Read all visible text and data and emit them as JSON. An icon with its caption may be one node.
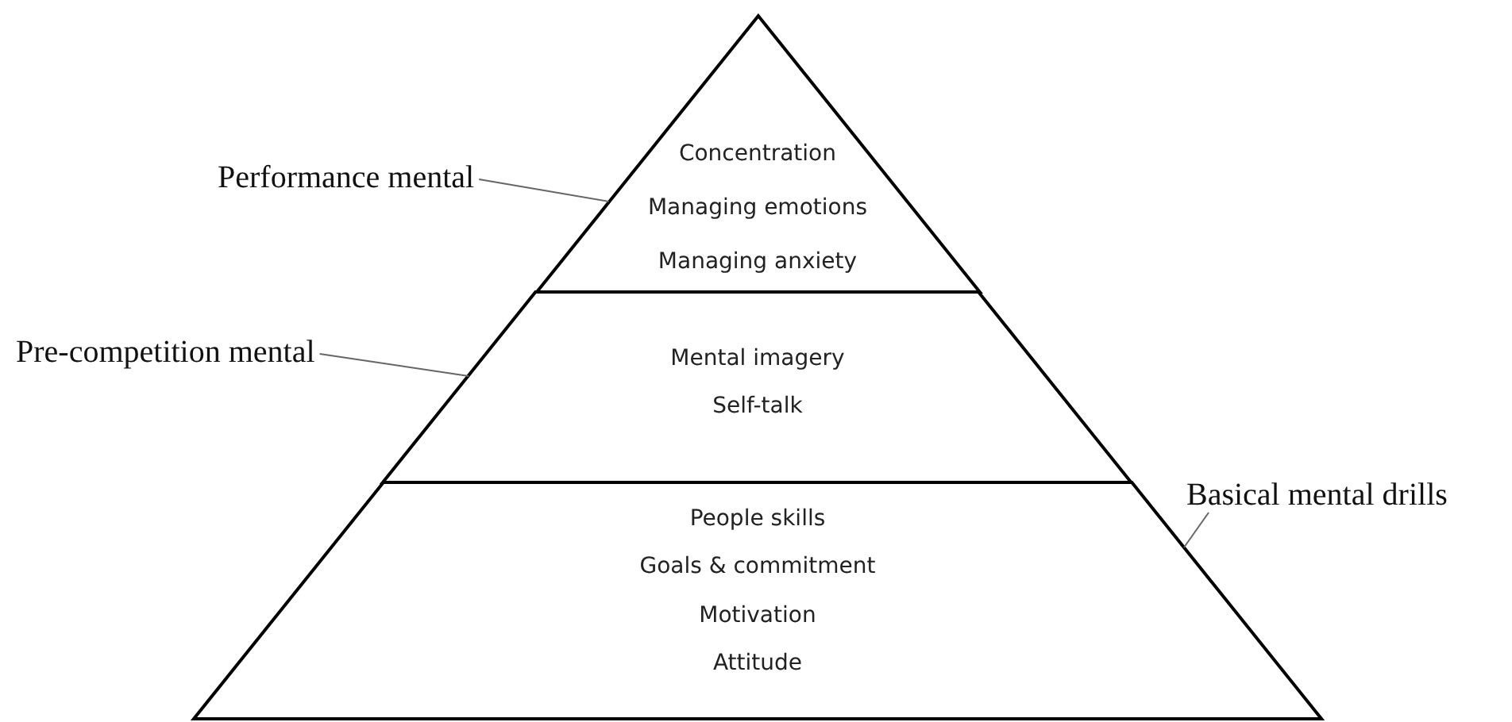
{
  "diagram": {
    "nodes": [
      {
        "text": [
          "Concentration",
          "Managing emotions",
          "Managing anxiety"
        ]
      },
      {
        "text": [
          "Mental imagery",
          "Self-talk"
        ]
      },
      {
        "text": [
          "People skills",
          "Goals & commitment",
          "Motivation",
          "Attitude"
        ]
      },
      {
        "text": [
          "Performance mental"
        ]
      },
      {
        "text": [
          "Pre-competition mental"
        ]
      },
      {
        "text": [
          "Basical mental drills"
        ]
      }
    ],
    "edges": [
      {
        "from": 3,
        "to": 0,
        "arrow": "none"
      },
      {
        "from": 4,
        "to": 1,
        "arrow": "none"
      },
      {
        "from": 5,
        "to": 2,
        "arrow": "none"
      }
    ]
  }
}
